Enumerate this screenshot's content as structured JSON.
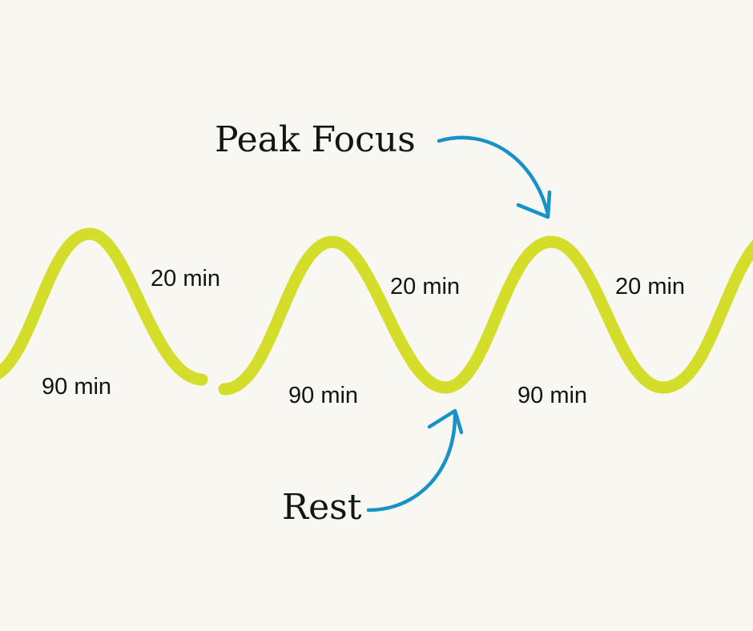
{
  "colors": {
    "background": "#f8f7f1",
    "wave": "#d3dd2a",
    "arrow": "#1792c8",
    "text": "#141414"
  },
  "callouts": {
    "peak": "Peak Focus",
    "rest": "Rest"
  },
  "labels": {
    "d1": "20 min",
    "d2": "90 min",
    "d3": "20 min",
    "d4": "90 min",
    "d5": "20 min",
    "d6": "90 min"
  }
}
